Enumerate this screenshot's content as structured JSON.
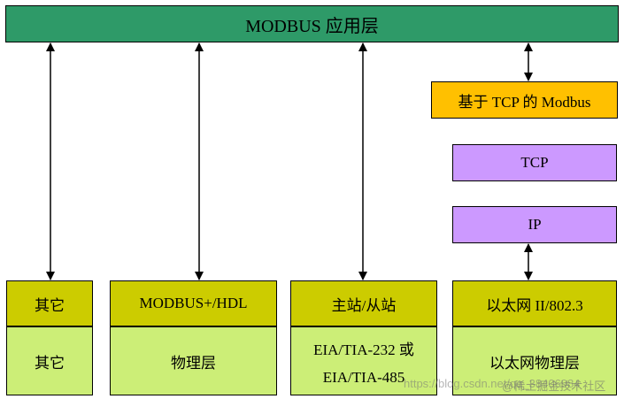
{
  "diagram": {
    "app_layer": "MODBUS 应用层",
    "tcp_modbus": "基于 TCP 的 Modbus",
    "tcp": "TCP",
    "ip": "IP",
    "columns": [
      {
        "upper": "其它",
        "lower": "其它"
      },
      {
        "upper": "MODBUS+/HDL",
        "lower": "物理层"
      },
      {
        "upper": "主站/从站",
        "lower_line1": "EIA/TIA-232 或",
        "lower_line2": "EIA/TIA-485"
      },
      {
        "upper": "以太网 II/802.3",
        "lower": "以太网物理层"
      }
    ]
  },
  "watermark": {
    "url": "https://blog.csdn.net/qq_38406984",
    "brand": "@稀土掘金技术社区"
  }
}
